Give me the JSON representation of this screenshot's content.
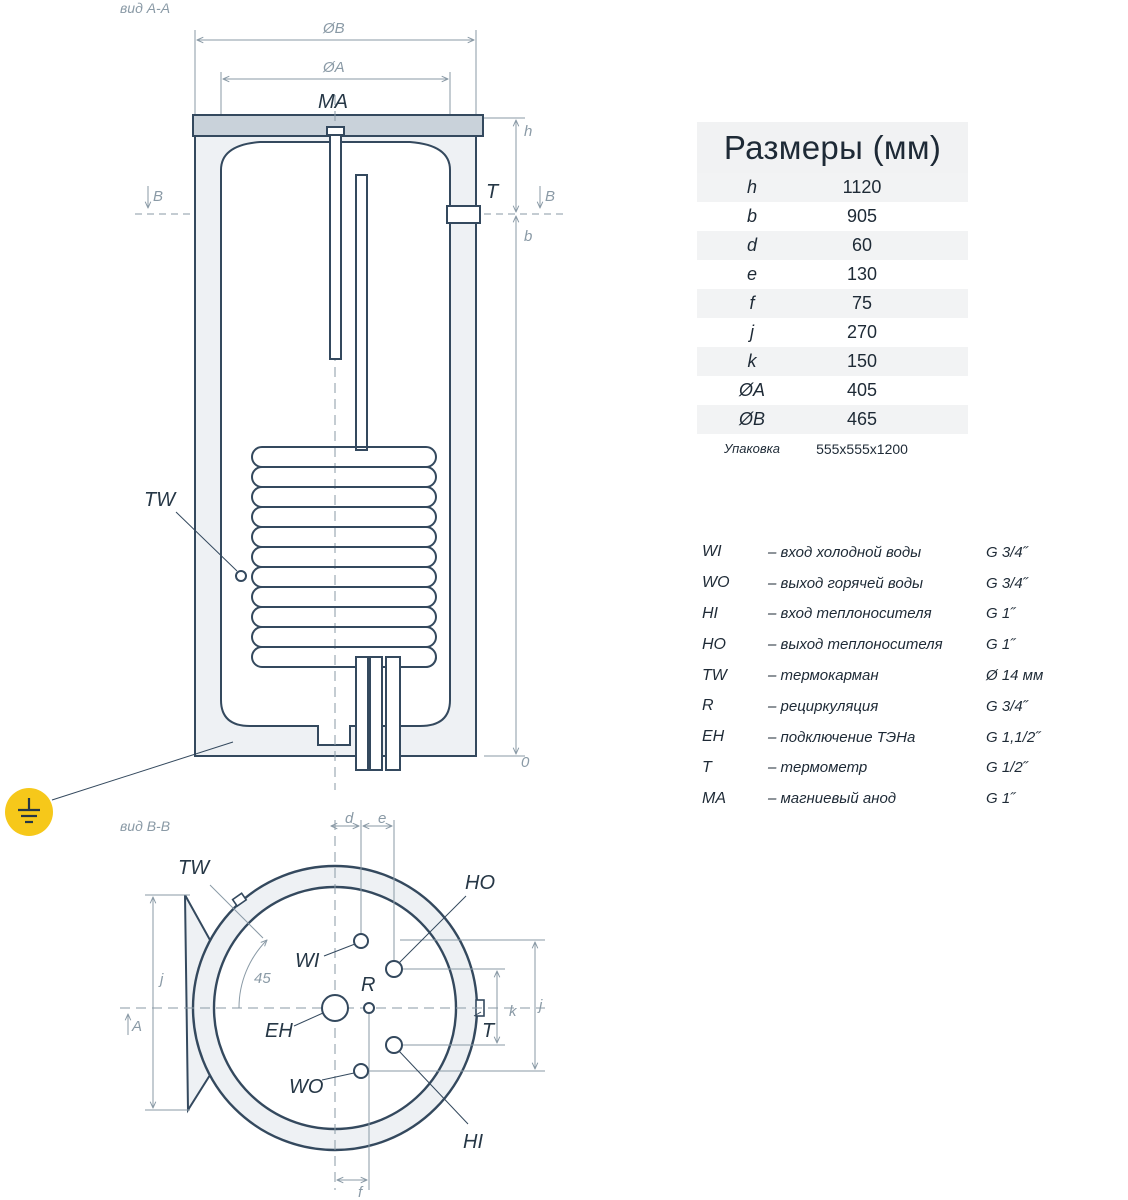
{
  "views": {
    "section_aa": "вид А-А",
    "section_bb": "вид В-В"
  },
  "dimensions": {
    "dia_b": "ØB",
    "dia_a": "ØA",
    "h": "h",
    "b": "b",
    "zero": "0",
    "d": "d",
    "e": "e",
    "f": "f",
    "j": "j",
    "k": "k",
    "angle": "45",
    "section_b": "B",
    "section_a": "A"
  },
  "labels": {
    "ma": "MA",
    "t": "T",
    "tw": "TW",
    "ho": "HO",
    "wi": "WI",
    "r": "R",
    "eh": "EH",
    "wo": "WO",
    "hi": "HI"
  },
  "specs": {
    "title": "Размеры (мм)",
    "rows": [
      {
        "key": "h",
        "value": "1120"
      },
      {
        "key": "b",
        "value": "905"
      },
      {
        "key": "d",
        "value": "60"
      },
      {
        "key": "e",
        "value": "130"
      },
      {
        "key": "f",
        "value": "75"
      },
      {
        "key": "j",
        "value": "270"
      },
      {
        "key": "k",
        "value": "150"
      },
      {
        "key": "ØA",
        "value": "405"
      },
      {
        "key": "ØB",
        "value": "465"
      },
      {
        "key": "Упаковка",
        "value": "555x555x1200"
      }
    ]
  },
  "legend": [
    {
      "code": "WI",
      "desc": "– вход холодной воды",
      "size": "G 3/4˝"
    },
    {
      "code": "WO",
      "desc": "– выход горячей воды",
      "size": "G 3/4˝"
    },
    {
      "code": "HI",
      "desc": "– вход теплоносителя",
      "size": "G 1˝"
    },
    {
      "code": "HO",
      "desc": "– выход теплоносителя",
      "size": "G 1˝"
    },
    {
      "code": "TW",
      "desc": "– термокарман",
      "size": "Ø 14 мм"
    },
    {
      "code": "R",
      "desc": "– рециркуляция",
      "size": "G 3/4˝"
    },
    {
      "code": "EH",
      "desc": "– подключение ТЭНа",
      "size": "G 1,1/2˝"
    },
    {
      "code": "T",
      "desc": "– термометр",
      "size": "G 1/2˝"
    },
    {
      "code": "MA",
      "desc": "– магниевый анод",
      "size": "G 1˝"
    }
  ],
  "colors": {
    "outline": "#34495e",
    "fill": "#eef1f4",
    "dimension": "#8a9aa6",
    "ground_badge": "#f6c81a"
  },
  "icons": {
    "ground": "ground-icon"
  }
}
